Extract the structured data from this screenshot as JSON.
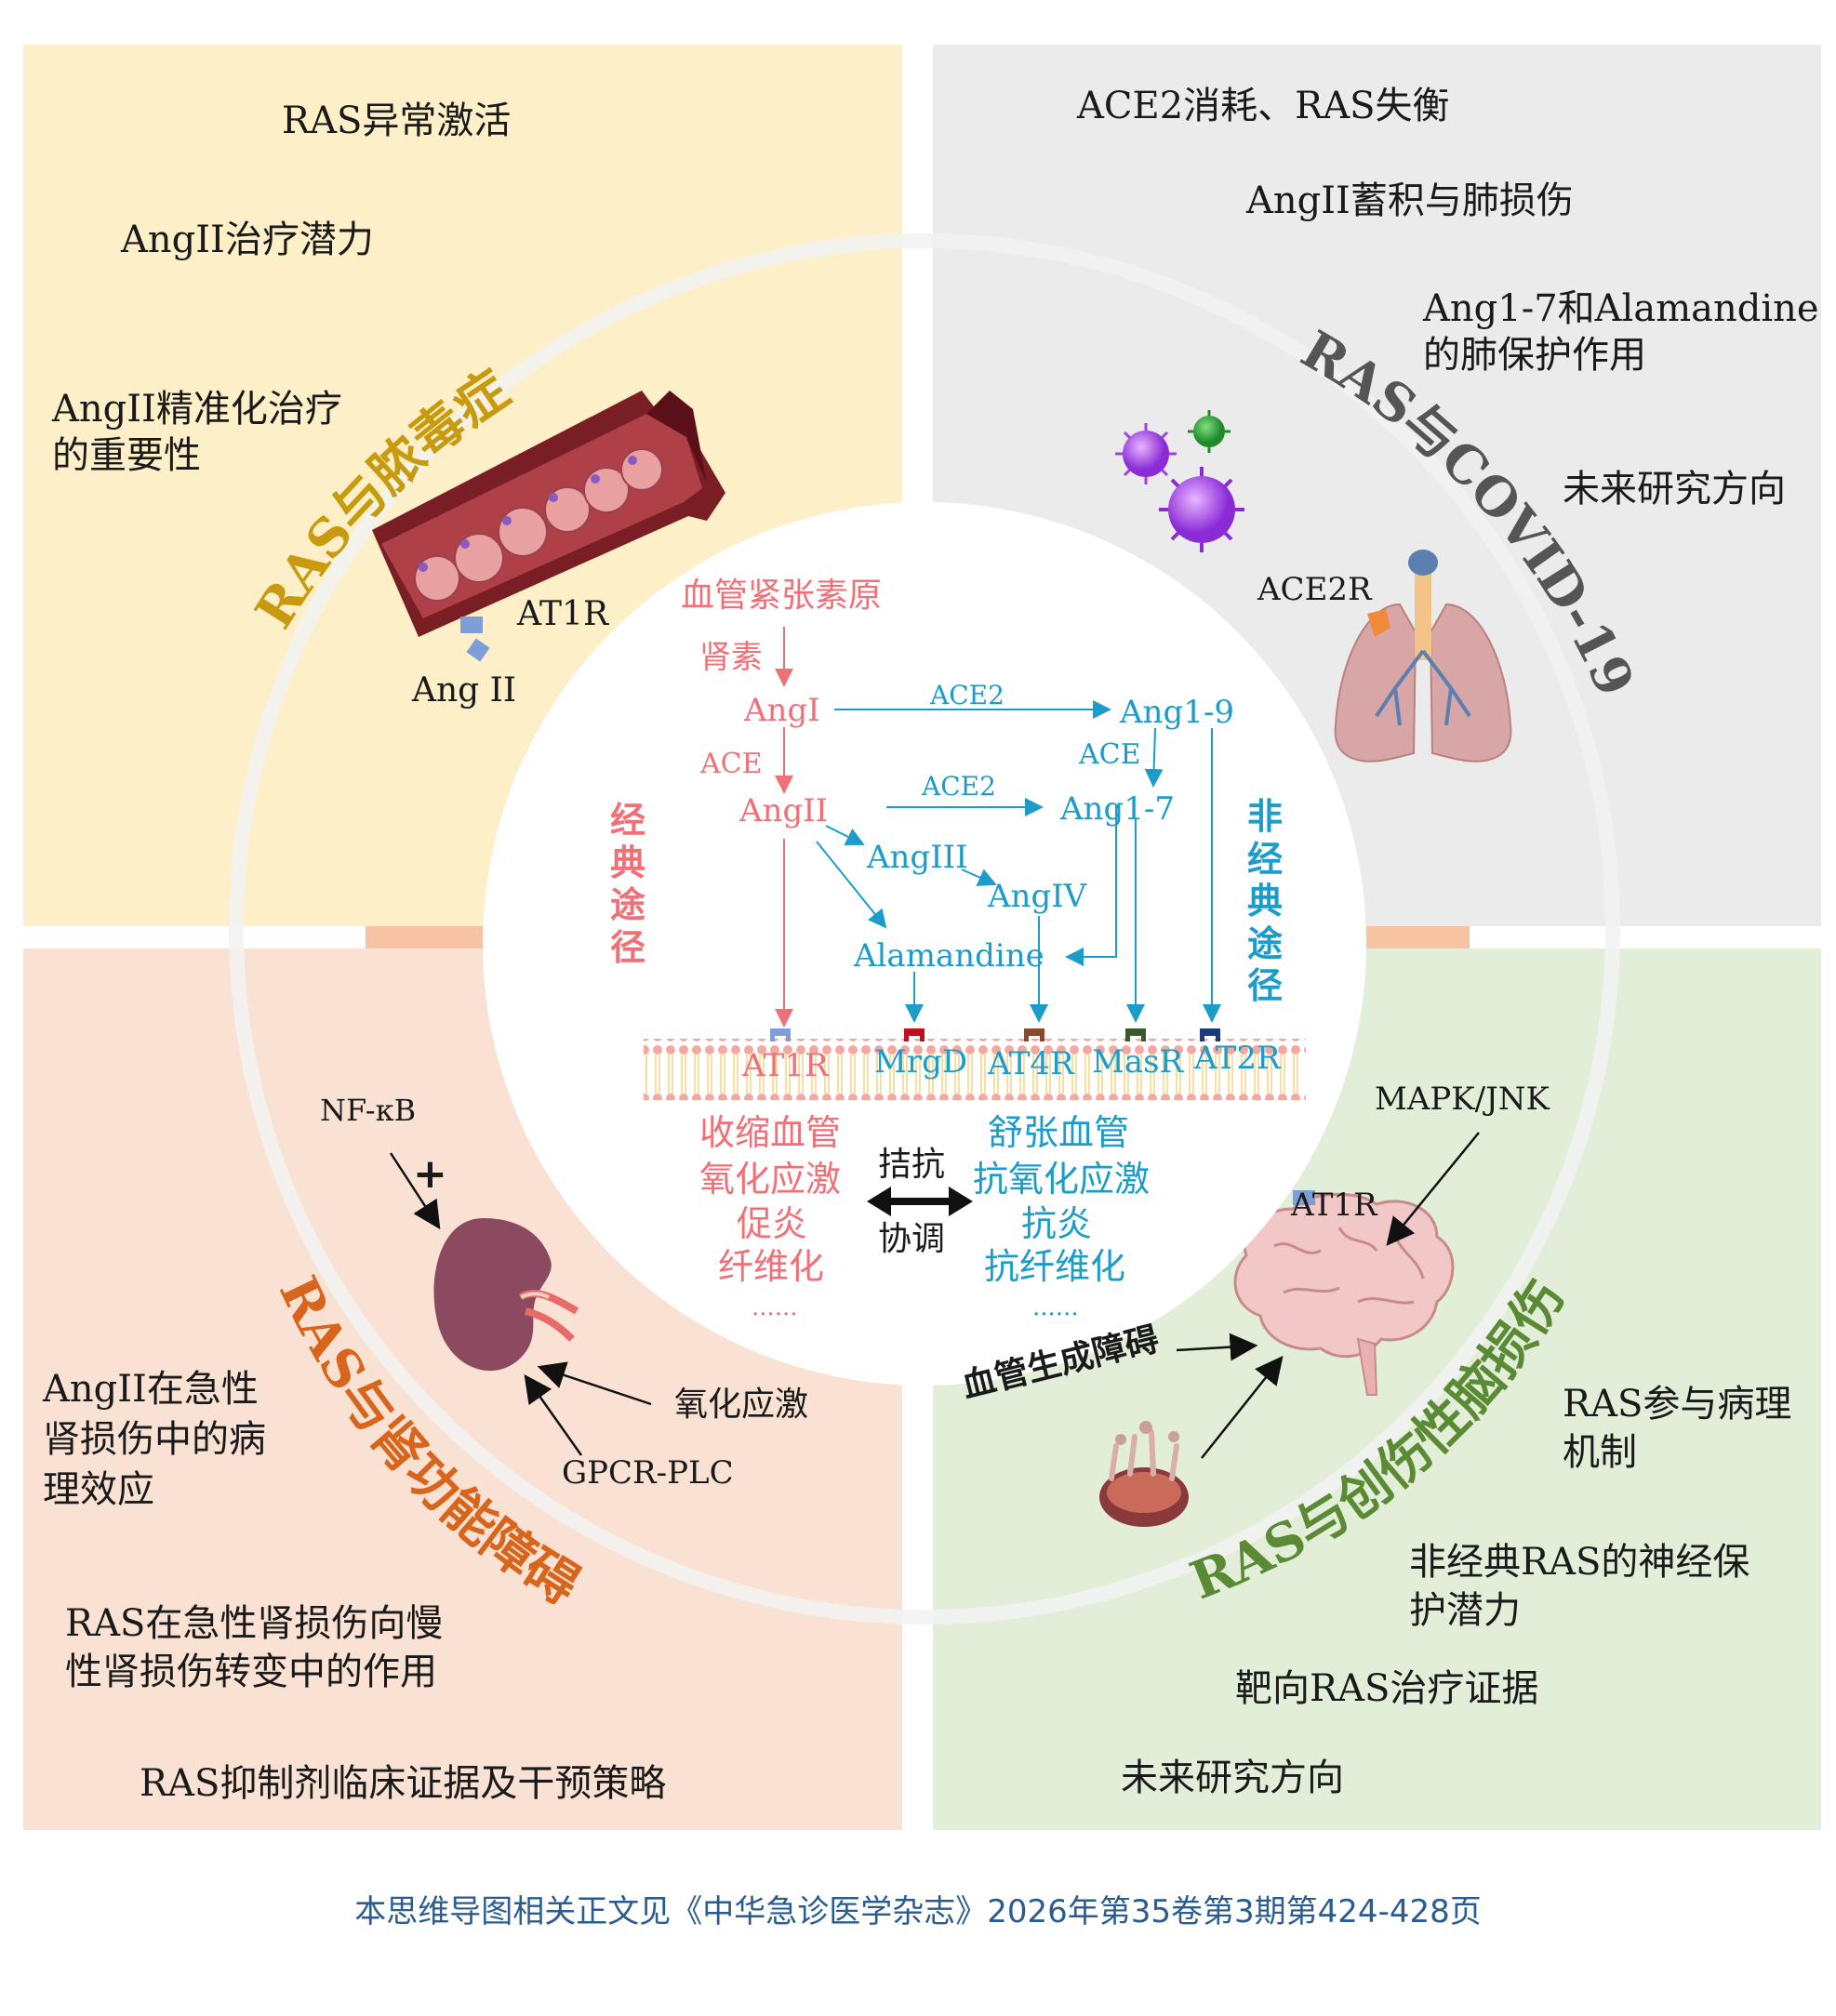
{
  "colors": {
    "sepsis_bg": "#fdefc7",
    "covid_bg": "#ebebeb",
    "kidney_bg": "#f9e2d3",
    "brain_bg": "#e3eed9",
    "sepsis_title": "#c79a10",
    "covid_title": "#555555",
    "kidney_title": "#d7661c",
    "brain_title": "#5b8a35",
    "classic": "#f07078",
    "nonclassic": "#1b9cc9",
    "footer": "#2a5c8f"
  },
  "sepsis": {
    "title": "RAS与脓毒症",
    "items": [
      "RAS异常激活",
      "AngII治疗潜力",
      "AngII精准化治疗",
      "的重要性"
    ],
    "labels": {
      "receptor": "AT1R",
      "ligand": "Ang II"
    }
  },
  "covid": {
    "title": "RAS与COVID-19",
    "items": [
      "ACE2消耗、RAS失衡",
      "AngII蓄积与肺损伤",
      "Ang1-7和Alamandine",
      "的肺保护作用",
      "未来研究方向"
    ],
    "labels": {
      "receptor": "ACE2R"
    }
  },
  "kidney": {
    "title": "RAS与肾功能障碍",
    "items": [
      "AngII在急性",
      "肾损伤中的病",
      "理效应",
      "RAS在急性肾损伤向慢",
      "性肾损伤转变中的作用",
      "RAS抑制剂临床证据及干预策略"
    ],
    "labels": {
      "nfkb": "NF-κB",
      "plus": "+",
      "oxidative": "氧化应激",
      "gpcr": "GPCR-PLC"
    }
  },
  "brain": {
    "title": "RAS与创伤性脑损伤",
    "items": [
      "RAS参与病理",
      "机制",
      "非经典RAS的神经保",
      "护潜力",
      "靶向RAS治疗证据",
      "未来研究方向"
    ],
    "labels": {
      "mapk": "MAPK/JNK",
      "receptor": "AT1R",
      "angio": "血管生成障碍"
    }
  },
  "pathway": {
    "classic": {
      "nodes": [
        "血管紧张素原",
        "肾素",
        "AngI",
        "ACE",
        "AngII"
      ],
      "label": "经典途径",
      "effects": [
        "收缩血管",
        "氧化应激",
        "促炎",
        "纤维化",
        "......"
      ]
    },
    "nonclassic": {
      "nodes": [
        "ACE2",
        "Ang1-9",
        "ACE",
        "ACE2",
        "Ang1-7",
        "AngIII",
        "AngIV",
        "Alamandine"
      ],
      "label": "非经典途径",
      "effects": [
        "舒张血管",
        "抗氧化应激",
        "抗炎",
        "抗纤维化",
        "......"
      ]
    },
    "receptors": [
      "AT1R",
      "MrgD",
      "AT4R",
      "MasR",
      "AT2R"
    ],
    "balance": [
      "拮抗",
      "协调"
    ]
  },
  "footer": "本思维导图相关正文见《中华急诊医学杂志》2026年第35卷第3期第424-428页"
}
